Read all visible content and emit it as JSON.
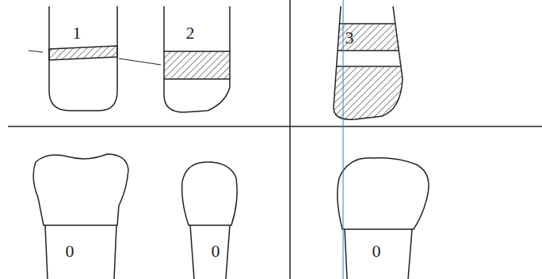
{
  "diagram": {
    "labels": [
      "1",
      "2",
      "3",
      "0",
      "0",
      "0"
    ]
  }
}
